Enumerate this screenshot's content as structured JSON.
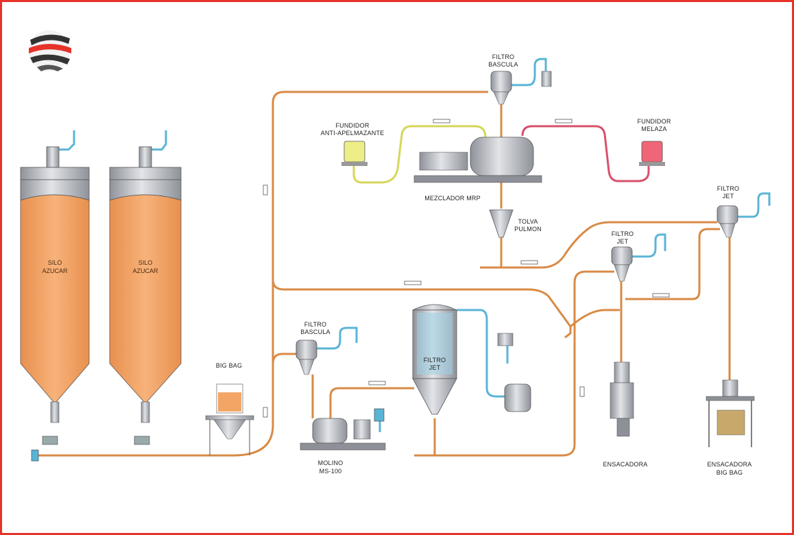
{
  "colors": {
    "frame": "#e63329",
    "sugar_line": "#d98a45",
    "air_line": "#5ab4d6",
    "anticaking_line": "#d6d65a",
    "molasses_line": "#d9506a",
    "silo_fill": "#f3a566",
    "metal": "#b9bcc2"
  },
  "logo": {
    "name": "striped-sphere-logo"
  },
  "labels": {
    "silo1": [
      "SILO",
      "AZUCAR"
    ],
    "silo2": [
      "SILO",
      "AZUCAR"
    ],
    "big_bag": [
      "BIG BAG"
    ],
    "filtro_bascula_top": [
      "FILTRO",
      "BASCULA"
    ],
    "fundidor_anti": [
      "FUNDIDOR",
      "ANTI-APELMAZANTE"
    ],
    "fundidor_melaza": [
      "FUNDIDOR",
      "MELAZA"
    ],
    "mezclador": [
      "MEZCLADOR MRP"
    ],
    "tolva": [
      "TOLVA",
      "PULMON"
    ],
    "filtro_jet_right": [
      "FILTRO",
      "JET"
    ],
    "filtro_jet_mid": [
      "FILTRO",
      "JET"
    ],
    "filtro_bascula_low": [
      "FILTRO",
      "BASCULA"
    ],
    "filtro_jet_big": [
      "FILTRO",
      "JET"
    ],
    "molino": [
      "MOLINO",
      "MS-100"
    ],
    "ensacadora": [
      "ENSACADORA"
    ],
    "ensacadora_bb": [
      "ENSACADORA",
      "BIG BAG"
    ]
  }
}
